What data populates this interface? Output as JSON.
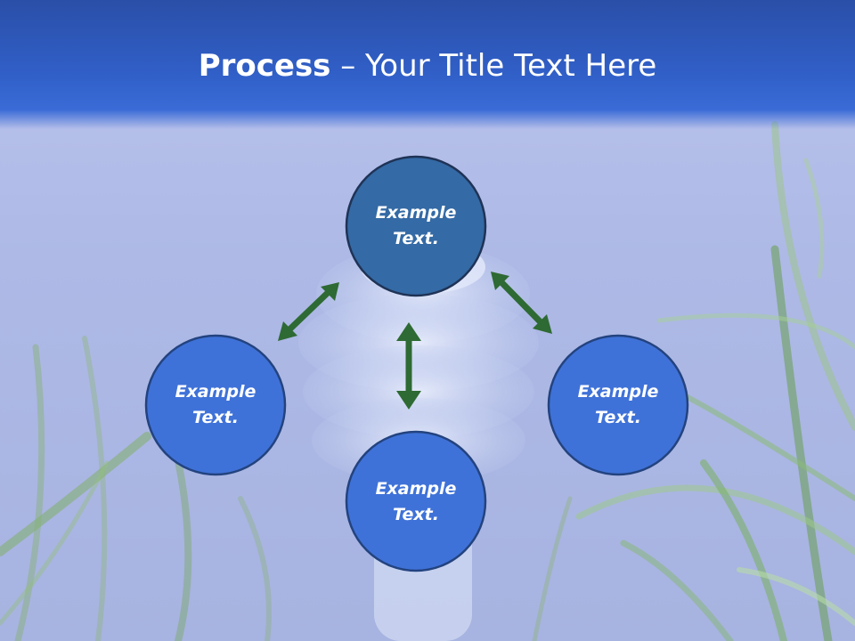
{
  "slide": {
    "title_bold": "Process",
    "title_rest": " – Your Title Text Here"
  },
  "diagram": {
    "nodes": [
      {
        "id": "top",
        "line1": "Example",
        "line2": "Text."
      },
      {
        "id": "left",
        "line1": "Example",
        "line2": "Text."
      },
      {
        "id": "right",
        "line1": "Example",
        "line2": "Text."
      },
      {
        "id": "bottom",
        "line1": "Example",
        "line2": "Text."
      }
    ]
  },
  "colors": {
    "header_blue": "#3160c9",
    "node_top_fill": "#346aa5",
    "node_fill": "#3f72d8",
    "node_border": "#1f3b70",
    "arrow_green": "#2e6a33"
  }
}
